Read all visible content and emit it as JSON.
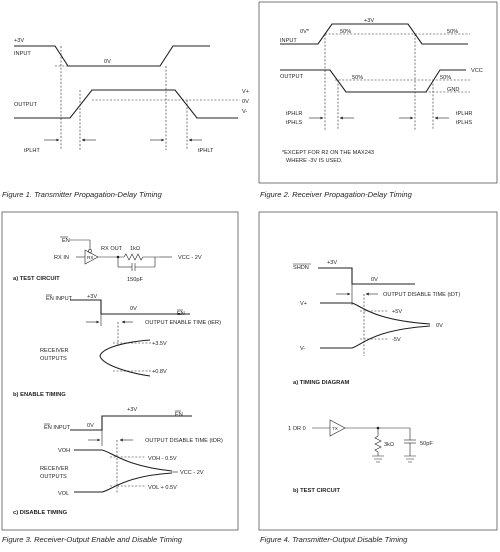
{
  "fig1": {
    "input_v": "+3V",
    "input": "INPUT",
    "input_mid": "0V",
    "output": "OUTPUT",
    "vplus": "V+",
    "v0": "0V",
    "vminus": "V-",
    "tplht": "tPLHT",
    "tphlt": "tPHLT",
    "caption": "Figure 1. Transmitter Propagation-Delay Timing"
  },
  "fig2": {
    "v3": "+3V",
    "input_low": "0V*",
    "input": "INPUT",
    "pct_in_l": "50%",
    "pct_in_r": "50%",
    "output": "OUTPUT",
    "vcc": "VCC",
    "pct_out_l": "50%",
    "pct_out_r": "50%",
    "gnd": "GND",
    "tphlr": "tPHLR",
    "tphls": "tPHLS",
    "tplhr": "tPLHR",
    "tplhs": "tPLHS",
    "note1": "*EXCEPT FOR R2 ON THE MAX243",
    "note2": "WHERE -3V IS USED.",
    "caption": "Figure 2. Receiver Propagation-Delay Timing"
  },
  "fig3": {
    "en_pin": "EN",
    "rx_out": "RX OUT",
    "r1k": "1kΩ",
    "rx_in": "RX IN",
    "rx_sym": "RX",
    "vcc2": "VCC - 2V",
    "cap150": "150pF",
    "test_circuit": "a) TEST CIRCUIT",
    "en_input": "EN INPUT",
    "v3_a": "+3V",
    "v0_a": "0V",
    "en_bar_a": "EN",
    "out_enable_time": "OUTPUT ENABLE TIME (tER)",
    "receiver_outputs_a1": "RECEIVER",
    "receiver_outputs_a2": "OUTPUTS",
    "plus35": "+3.5V",
    "plus08": "+0.8V",
    "enable_timing": "b) ENABLE TIMING",
    "en_input_b": "EN INPUT",
    "v3_b": "+3V",
    "v0_b": "0V",
    "en_bar_b": "EN",
    "out_disable_time": "OUTPUT DISABLE TIME (tDR)",
    "voh": "VOH",
    "voh05": "VOH - 0.5V",
    "receiver_outputs_b1": "RECEIVER",
    "receiver_outputs_b2": "OUTPUTS",
    "vcc2b": "VCC - 2V",
    "vol": "VOL",
    "vol05": "VOL + 0.5V",
    "disable_timing": "c) DISABLE TIMING",
    "caption": "Figure 3. Receiver-Output Enable and Disable Timing"
  },
  "fig4": {
    "shdn": "SHDN",
    "v3": "+3V",
    "v0": "0V",
    "out_disable": "OUTPUT DISABLE TIME (tDT)",
    "vplus": "V+",
    "p5v": "+5V",
    "v0b": "0V",
    "m5v": "-5V",
    "vminus": "V-",
    "timing_diagram": "a) TIMING DIAGRAM",
    "one_or_zero": "1 OR 0",
    "tx_sym": "TX",
    "r3k": "3kΩ",
    "c50": "50pF",
    "test_circuit": "b) TEST CIRCUIT",
    "caption": "Figure 4. Transmitter-Output Disable Timing"
  }
}
